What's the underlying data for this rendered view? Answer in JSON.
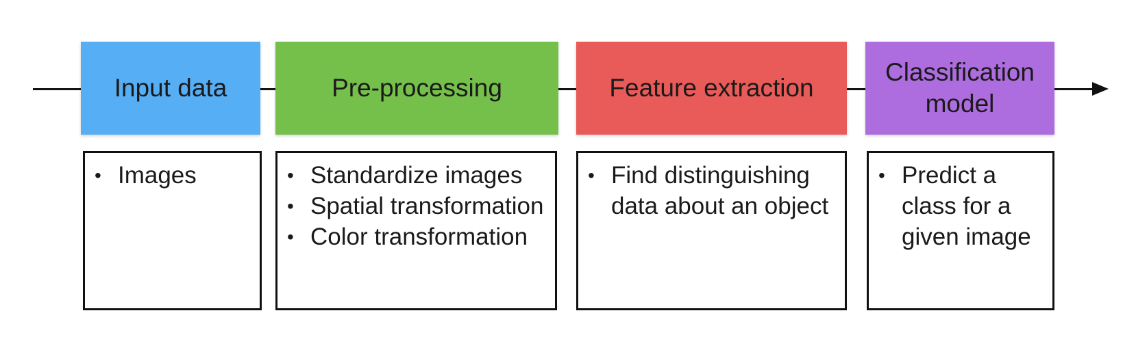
{
  "colors": {
    "input_data": "#56aef5",
    "pre_processing": "#75bf4b",
    "feature_extraction": "#e95b58",
    "classification_model": "#ad6ddf",
    "line": "#111111"
  },
  "stages": [
    {
      "title": "Input data",
      "bullets": [
        "Images"
      ]
    },
    {
      "title": "Pre-processing",
      "bullets": [
        "Standardize images",
        "Spatial transformation",
        "Color transformation"
      ]
    },
    {
      "title": "Feature extraction",
      "bullets": [
        "Find distinguishing data about an object"
      ]
    },
    {
      "title": "Classification model",
      "bullets": [
        "Predict a class for a given image"
      ]
    }
  ]
}
